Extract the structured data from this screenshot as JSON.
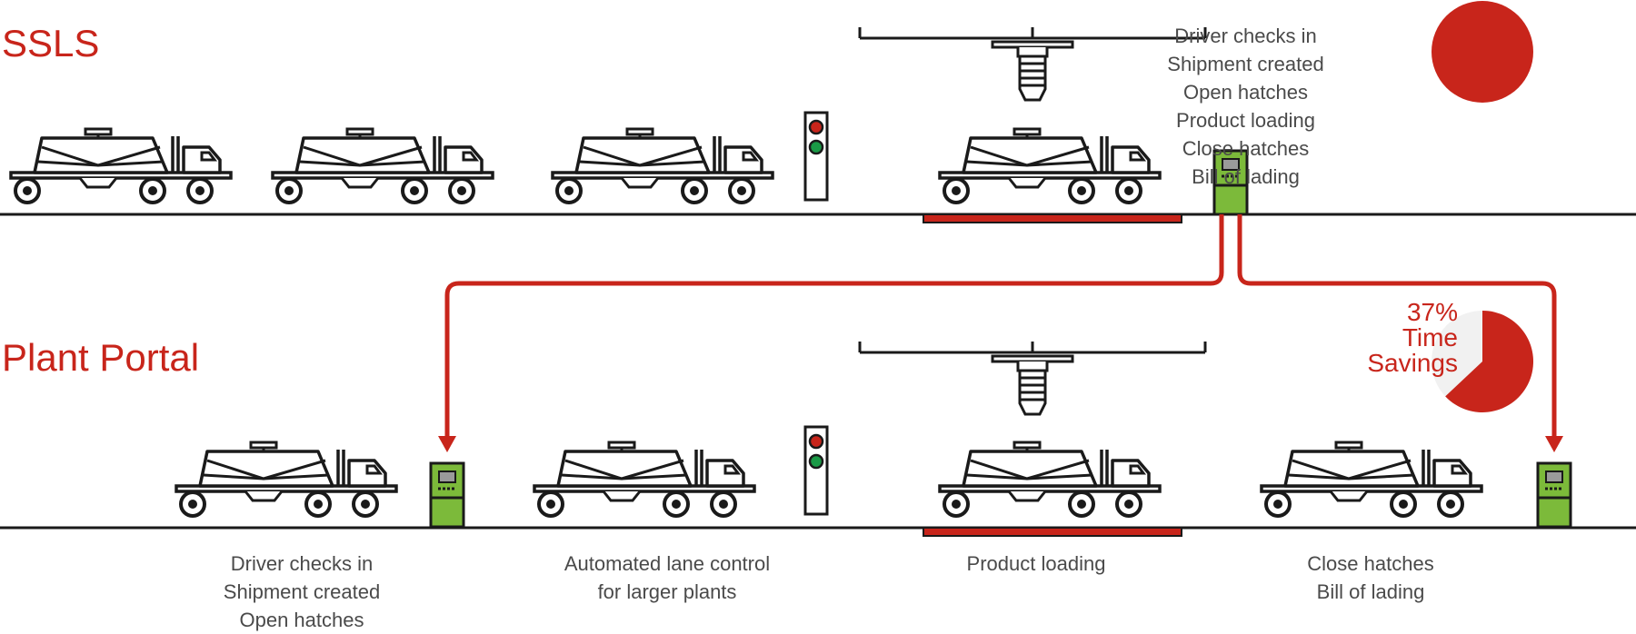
{
  "sections": {
    "ssls": {
      "label": "SSLS"
    },
    "plant_portal": {
      "label": "Plant Portal"
    }
  },
  "ssls_steps": [
    "Driver checks in",
    "Shipment created",
    "Open hatches",
    "Product loading",
    "Close hatches",
    "Bill of lading"
  ],
  "portal_steps": {
    "checkin": [
      "Driver checks in",
      "Shipment created",
      "Open hatches"
    ],
    "lane": [
      "Automated lane control",
      "for larger plants"
    ],
    "loading": [
      "Product loading"
    ],
    "close": [
      "Close hatches",
      "Bill of lading"
    ]
  },
  "savings": {
    "lines": [
      "37%",
      "Time",
      "Savings"
    ],
    "fraction": 0.37
  },
  "colors": {
    "accent_red": "#c8251b",
    "kiosk_green": "#7cba3a",
    "signal_green": "#1a9a46",
    "line_dark": "#1a1a1a",
    "pie_light": "#f1f1f1"
  },
  "icons": [
    "tanker-truck-icon",
    "traffic-light-icon",
    "loading-hopper-icon",
    "kiosk-terminal-icon",
    "scale-pad-icon",
    "flow-arrow-icon"
  ]
}
